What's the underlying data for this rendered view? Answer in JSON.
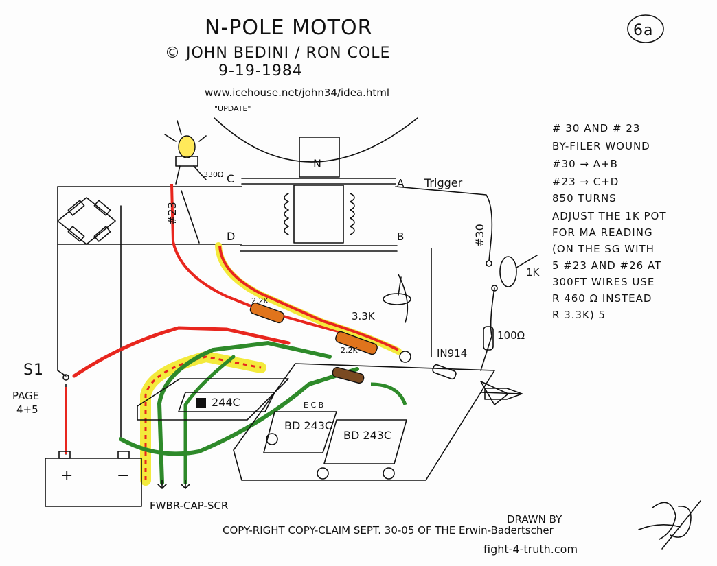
{
  "header": {
    "title": "N-POLE MOTOR",
    "author": "© JOHN BEDINI / RON COLE",
    "date": "9-19-1984",
    "url": "www.icehouse.net/john34/idea.html",
    "update": "\"UPDATE\"",
    "page_number": "6a"
  },
  "notes": {
    "lines": [
      "# 30 AND # 23",
      "BY-FILER WOUND",
      "#30 → A+B",
      "#23 → C+D",
      "850 TURNS",
      "ADJUST THE 1K POT",
      "FOR MA READING",
      "(ON THE SG WITH",
      "5 #23 AND #26 AT",
      "300FT WIRES USE",
      "R 460 Ω INSTEAD",
      "R 3.3K) 5"
    ]
  },
  "labels": {
    "magnet": "N",
    "coil_c": "C",
    "coil_a": "A",
    "coil_b": "B",
    "coil_d": "D",
    "trigger": "Trigger",
    "wire_23": "#23",
    "wire_30": "#30",
    "r330": "330Ω",
    "pot_1k": "1K",
    "r100": "100Ω",
    "r2k2_a": "2.2K",
    "r2k2_b": "2.2K",
    "r3k3": "3.3K",
    "diode": "IN914",
    "switch": "S1",
    "page_ref_1": "PAGE",
    "page_ref_2": "4+5",
    "batt_plus": "+",
    "batt_minus": "−",
    "transistor_1": "244C",
    "transistor_2": "BD 243C",
    "transistor_3": "BD 243C",
    "ecb": "E C B",
    "output": "FWBR-CAP-SCR"
  },
  "footer": {
    "copyright": "COPY-RIGHT COPY-CLAIM SEPT. 30-05 OF THE Erwin-Badertscher",
    "drawn_by": "DRAWN BY",
    "site": "fight-4-truth.com"
  },
  "colors": {
    "red": "#e8261e",
    "yellow": "#f3ea3c",
    "green": "#2e8a2a",
    "orange": "#e0741c",
    "brown": "#7a4a22",
    "ink": "#111111",
    "led": "#ffe95a"
  }
}
